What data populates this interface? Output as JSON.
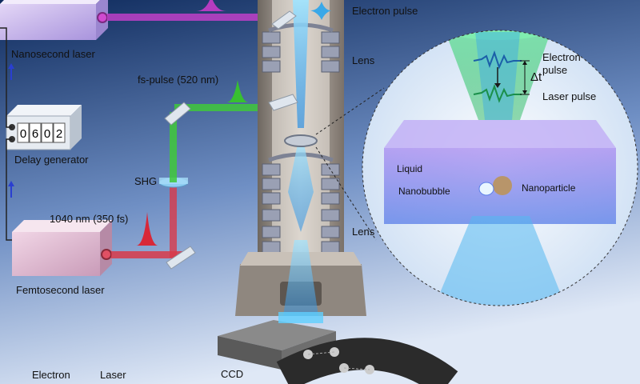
{
  "labels": {
    "electron_pulse_top": "Electron pulse",
    "nanosecond_laser": "Nanosecond laser",
    "lens_upper": "Lens",
    "fs_pulse": "fs-pulse (520 nm)",
    "delay_generator": "Delay generator",
    "delay_digits": [
      "0",
      "6",
      "0",
      "2"
    ],
    "shg": "SHG",
    "wavelength": "1040 nm (350 fs)",
    "femtosecond_laser": "Femtosecond laser",
    "lens_lower": "Lens",
    "ccd": "CCD",
    "bottom_electron": "Electron",
    "bottom_laser": "Laser",
    "inset_electron_pulse": [
      "Electron",
      "pulse"
    ],
    "inset_dt": "Δt",
    "inset_laser_pulse": "Laser pulse",
    "inset_liquid": "Liquid",
    "inset_nanobubble": "Nanobubble",
    "inset_nanoparticle": "Nanoparticle"
  },
  "colors": {
    "background_top": "#0e2a5c",
    "background_bottom": "#dfe8f6",
    "nanosecond_beam": "#c040c8",
    "green_beam": "#3fc83a",
    "red_beam": "#d83a4a",
    "electron_beam": "#47b8f0",
    "liquid_cell": "#8a6be0",
    "column": "#8c8580"
  }
}
